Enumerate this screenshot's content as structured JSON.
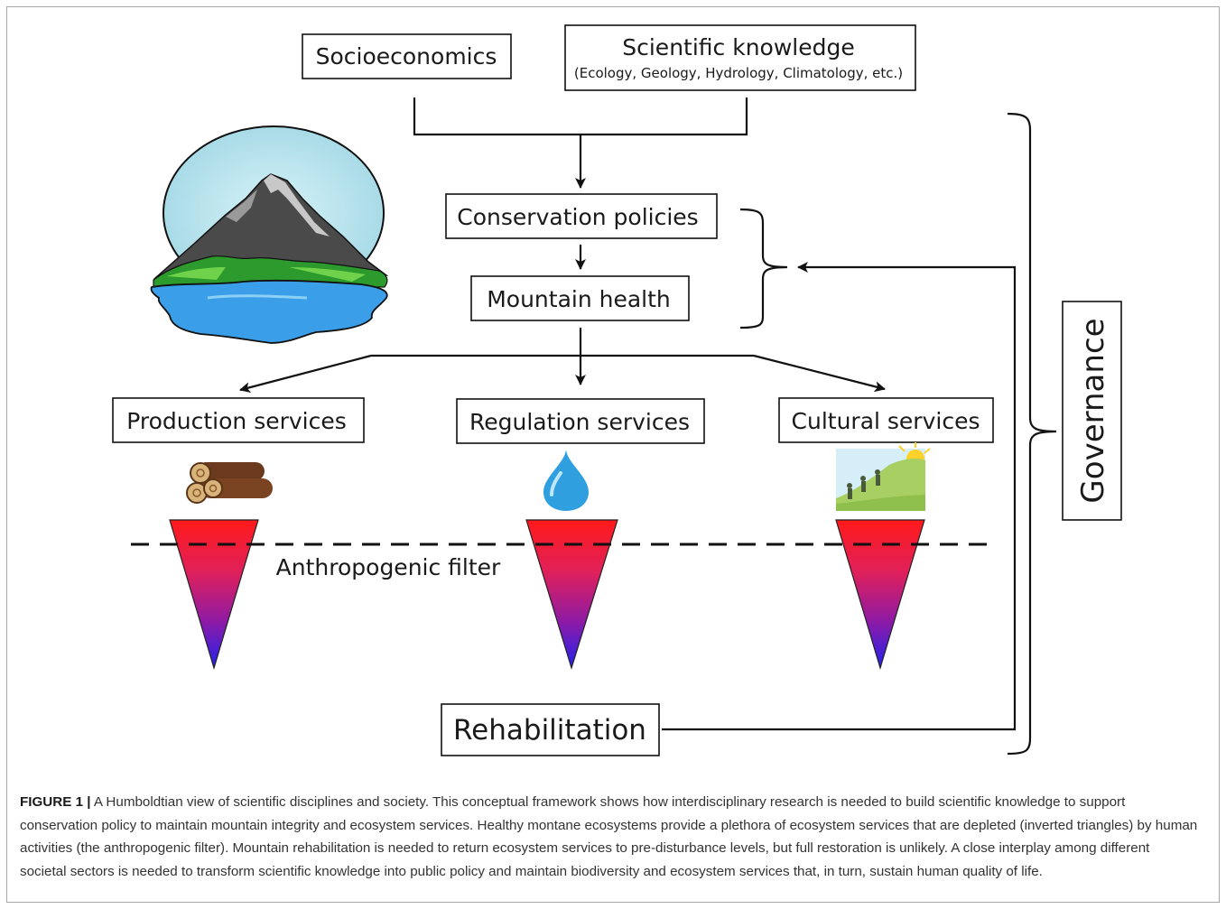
{
  "boxes": {
    "socioeconomics": "Socioeconomics",
    "scientific_knowledge": "Scientific knowledge",
    "scientific_knowledge_sub": "(Ecology, Geology, Hydrology, Climatology, etc.)",
    "conservation_policies": "Conservation policies",
    "mountain_health": "Mountain health",
    "production_services": "Production services",
    "regulation_services": "Regulation services",
    "cultural_services": "Cultural services",
    "rehabilitation": "Rehabilitation",
    "governance": "Governance"
  },
  "filter_label": "Anthropogenic filter",
  "icons": {
    "mountain": "mountain-lake-icon",
    "production": "logs-icon",
    "regulation": "water-drop-icon",
    "cultural": "hikers-icon"
  },
  "colors": {
    "triangle_top": "#ff1a1a",
    "triangle_bottom": "#1a1aff",
    "line": "#111111",
    "water": "#3a9ee8",
    "sky": "#b8e4ee"
  },
  "caption": {
    "label": "FIGURE 1 |",
    "text": " A Humboldtian view of scientific disciplines and society. This conceptual framework shows how interdisciplinary research is needed to build scientific knowledge to support conservation policy to maintain mountain integrity and ecosystem services. Healthy montane ecosystems provide a plethora of ecosystem services that are depleted (inverted triangles) by human activities (the anthropogenic filter). Mountain rehabilitation is needed to return ecosystem services to pre-disturbance levels, but full restoration is unlikely. A close interplay among different societal sectors is needed to transform scientific knowledge into public policy and maintain biodiversity and ecosystem services that, in turn, sustain human quality of life."
  }
}
